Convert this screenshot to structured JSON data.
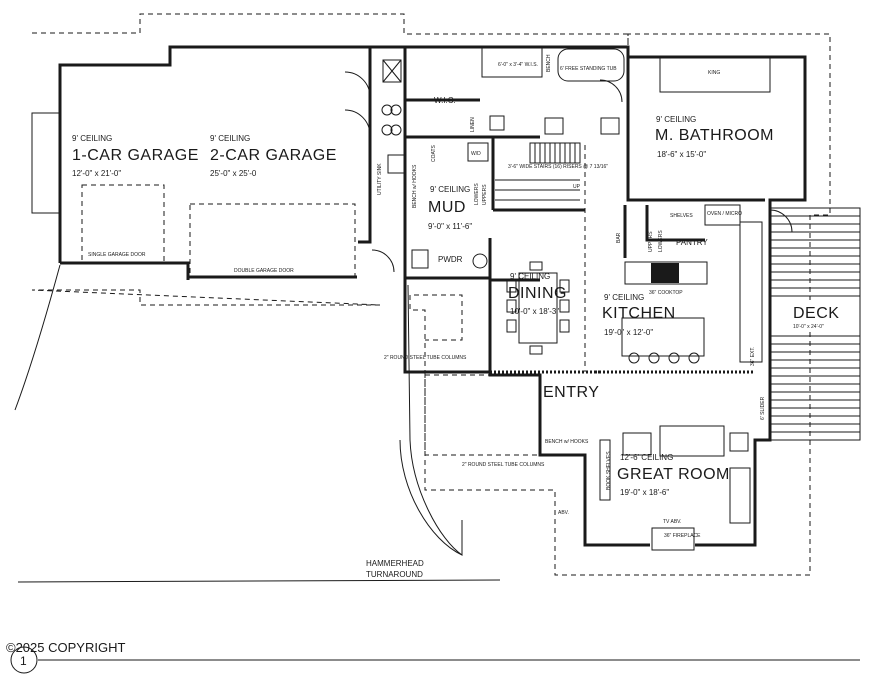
{
  "rooms": {
    "garage1": {
      "ceiling": "9' CEILING",
      "name": "1-CAR GARAGE",
      "dim": "12'-0\" x 21'-0\""
    },
    "garage2": {
      "ceiling": "9' CEILING",
      "name": "2-CAR GARAGE",
      "dim": "25'-0\" x 25'-0"
    },
    "mud": {
      "ceiling": "9' CEILING",
      "name": "MUD",
      "dim": "9'-0\" x 11'-6\""
    },
    "dining": {
      "ceiling": "9' CEILING",
      "name": "DINING",
      "dim": "10'-0\" x 18'-3\""
    },
    "kitchen": {
      "ceiling": "9' CEILING",
      "name": "KITCHEN",
      "dim": "19'-0\" x 12'-0\""
    },
    "bath": {
      "ceiling": "9' CEILING",
      "name": "M. BATHROOM",
      "dim": "18'-6\" x 15'-0\""
    },
    "great": {
      "ceiling": "12'-6' CEILING",
      "name": "GREAT ROOM",
      "dim": "19'-0\" x 18'-6\""
    },
    "deck": {
      "name": "DECK",
      "dim": "10'-0\" x 24'-0\""
    },
    "entry": {
      "name": "ENTRY"
    }
  },
  "labels": {
    "single_door": "SINGLE GARAGE DOOR",
    "double_door": "DOUBLE GARAGE DOOR",
    "utility_sink": "UTILITY SINK",
    "coats": "COATS",
    "bench_hooks": "BENCH w/ HOOKS",
    "lowers": "LOWERS",
    "uppers": "UPPERS",
    "wd": "W/D",
    "wic": "W.I.C.",
    "linen": "LINEN",
    "wis": "6'-0\" x 3'-4\" W.I.S.",
    "bench": "BENCH",
    "tub": "6' FREE STANDING TUB",
    "king": "KING",
    "stairs": "3'-6\" WIDE STAIRS (16) RISERS @ 7 13/16\"",
    "up": "UP",
    "pwdr": "PWDR",
    "bar": "BAR",
    "shelves": "SHELVES",
    "oven": "OVEN / MICRO",
    "pantry": "PANTRY",
    "cooktop": "36\" COOKTOP",
    "columns1": "2\" ROUND STEEL TUBE COLUMNS",
    "columns2": "2\" ROUND STEEL TUBE COLUMNS",
    "bench_hooks2": "BENCH w/ HOOKS",
    "book_shelves": "BOOK SHELVES",
    "abv": "ABV.",
    "tv_abv": "TV ABV.",
    "fireplace": "36\" FIREPLACE",
    "slider": "6' SLIDER",
    "ext": "36\" EXT.",
    "hammerhead": "HAMMERHEAD",
    "turnaround": "TURNAROUND",
    "copyright": "©2025 COPYRIGHT",
    "sheet_num": "1"
  }
}
